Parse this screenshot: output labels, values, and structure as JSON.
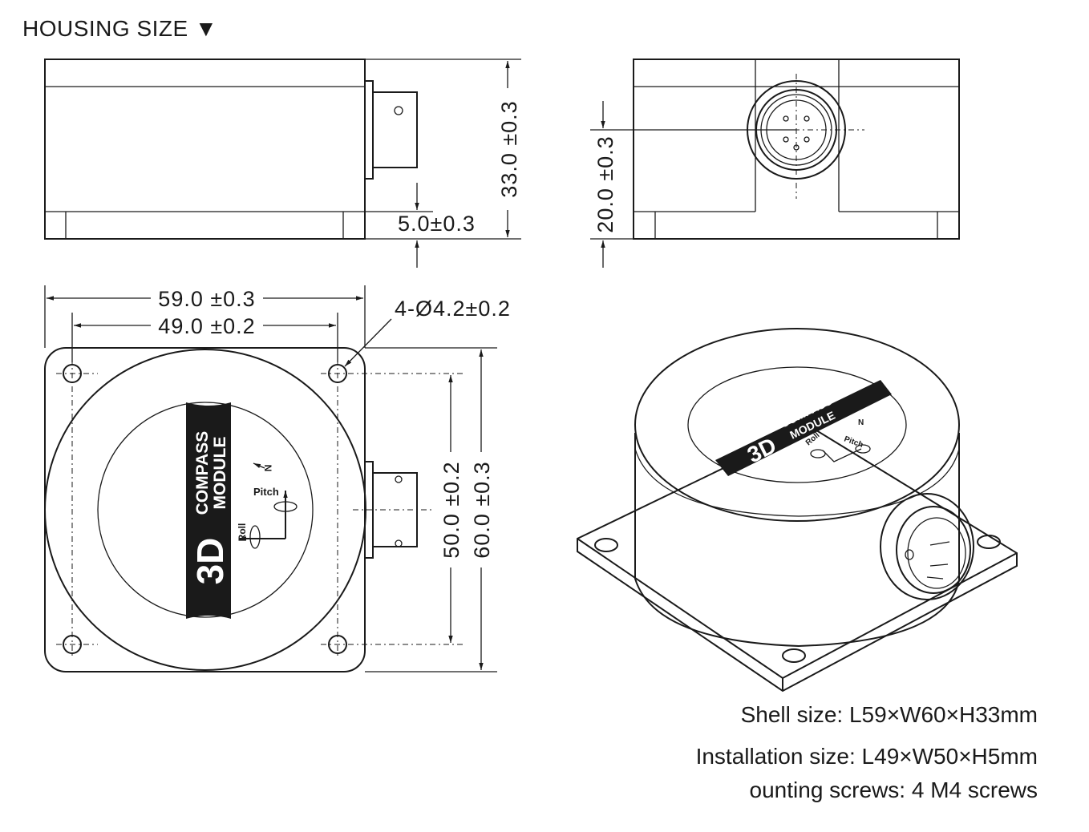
{
  "heading": "HOUSING SIZE ▼",
  "dimensions": {
    "total_height": "33.0 ±0.3",
    "base_height": "5.0±0.3",
    "connector_height": "20.0 ±0.3",
    "length": "59.0 ±0.3",
    "mount_length": "49.0 ±0.2",
    "holes": "4-Ø4.2±0.2",
    "mount_width": "50.0 ±0.2",
    "width": "60.0 ±0.3"
  },
  "label": {
    "brand": "3D",
    "line1": "COMPASS",
    "line2": "MODULE",
    "axis_n": "N",
    "axis_pitch": "Pitch",
    "axis_roll": "Roll"
  },
  "specs": {
    "shell": "Shell size: L59×W60×H33mm",
    "installation": "Installation size: L49×W50×H5mm",
    "screws": "ounting screws: 4 M4 screws"
  }
}
